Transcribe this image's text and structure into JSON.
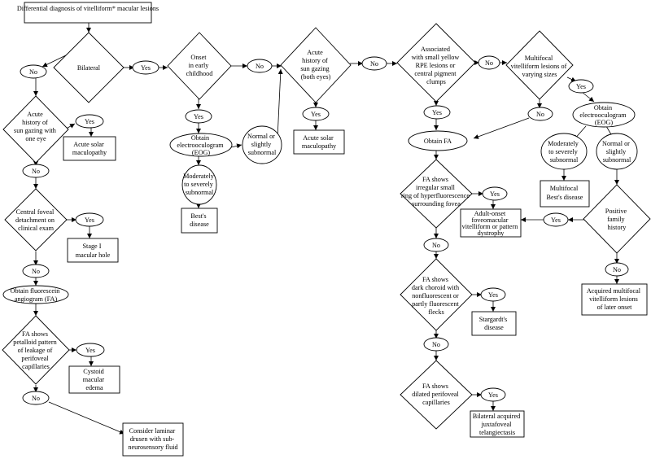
{
  "title": "Differential diagnosis of vitelliform* macular lesions",
  "decisions": {
    "bilateral": "Bilateral",
    "sun_gazing_one_eye": [
      "Acute",
      "history of",
      "sun gazing with",
      "one eye"
    ],
    "central_foveal": [
      "Central foveal",
      "detachment on",
      "clinical exam"
    ],
    "fa_petalloid": [
      "FA shows",
      "petalloid pattern",
      "of leakage of",
      "perifoveal",
      "capillaries"
    ],
    "onset_childhood": [
      "Onset",
      "in early",
      "childhood"
    ],
    "sun_gazing_both": [
      "Acute",
      "history of",
      "sun gazing",
      "(both eyes)"
    ],
    "small_yellow": [
      "Associated",
      "with small yellow",
      "RPE lesions or",
      "central pigment",
      "clumps"
    ],
    "multifocal": [
      "Multifocal",
      "vitelliform lesions of",
      "varying sizes"
    ],
    "fa_ring": [
      "FA shows",
      "irregular small",
      "ring of hyperfluorescence",
      "surrounding fovea"
    ],
    "fa_dark_choroid": [
      "FA shows",
      "dark choroid with",
      "nonfluorescent or",
      "partly fluorescent",
      "flecks"
    ],
    "fa_dilated": [
      "FA shows",
      "dilated perifoveal",
      "capillaries"
    ],
    "family_history": [
      "Positive",
      "family",
      "history"
    ]
  },
  "steps": {
    "obtain_fa_left": [
      "Obtain fluorescein",
      "angiogram (FA)"
    ],
    "obtain_eog_mid": [
      "Obtain",
      "electrooculogram",
      "(EOG)"
    ],
    "normal_mid": [
      "Normal or",
      "slightly",
      "subnormal"
    ],
    "moderate_mid": [
      "Moderately",
      "to severely",
      "subnormal"
    ],
    "obtain_fa_right": [
      "Obtain FA"
    ],
    "obtain_eog_right": [
      "Obtain",
      "electrooculogram",
      "(EOG)"
    ],
    "moderate_right": [
      "Moderately",
      "to severely",
      "subnormal"
    ],
    "normal_right": [
      "Normal or",
      "slightly",
      "subnormal"
    ]
  },
  "outcomes": {
    "solar_one": [
      "Acute solar",
      "maculopathy"
    ],
    "macular_hole": [
      "Stage I",
      "macular hole"
    ],
    "cystoid": [
      "Cystoid",
      "macular",
      "edema"
    ],
    "laminar": [
      "Consider laminar",
      "drusen with sub-",
      "neurosensory fluid"
    ],
    "bests": [
      "Best's",
      "disease"
    ],
    "solar_both": [
      "Acute solar",
      "maculopathy"
    ],
    "adult_onset": [
      "Adult-onset",
      "foveomacular",
      "vitelliform or pattern",
      "dystrophy"
    ],
    "stargardt": [
      "Stargardt's",
      "disease"
    ],
    "telangiectasis": [
      "Bilateral acquired",
      "juxtafoveal",
      "telangiectasis"
    ],
    "multifocal_bests": [
      "Multifocal",
      "Best's disease"
    ],
    "acquired_multifocal": [
      "Acquired multifocal",
      "vitelliform lesions",
      "of later onset"
    ]
  },
  "answers": {
    "yes": "Yes",
    "no": "No"
  }
}
